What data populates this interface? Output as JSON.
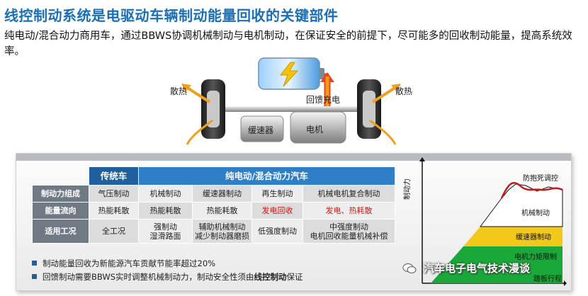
{
  "header": {
    "title": "线控制动系统是电驱动车辆制动能量回收的关键部件",
    "subtitle": "纯电动/混合动力商用车，通过BBWS协调机械制动与电机制动，在保证安全的前提下，尽可能多的回收制动能量，提高系统效率。"
  },
  "illustration": {
    "left_heat_label": "散热",
    "right_heat_label": "散热",
    "regen_label": "回馈充电",
    "retarder_label": "缓速器",
    "motor_label": "电机"
  },
  "table": {
    "header_conventional": "传统车",
    "header_electric": "纯电动/混合动力汽车",
    "rows": [
      {
        "head": "制动力组成",
        "cells": [
          "气压制动",
          "机械制动",
          "缓速器制动",
          "再生制动",
          "机械电机复合制动"
        ]
      },
      {
        "head": "能量流向",
        "cells": [
          "热能耗散",
          "热能耗散",
          "热能耗散",
          "发电回收",
          "发电、热耗散"
        ]
      },
      {
        "head": "适用工况",
        "cells": [
          "全工况",
          "强制动\n湿滑路面",
          "辅助机械制动\n减少制动器磨损",
          "低强度制动",
          "中强度制动\n电机回收能量机械补偿"
        ]
      }
    ]
  },
  "bullets": {
    "line1": "制动能量回收为新能源汽车贡献节能率超过20%",
    "line2_pre": "回馈制动需要BBWS实时调整机械制动力，制动安全性须由",
    "line2_strong": "线控制动",
    "line2_post": "保证"
  },
  "chart_data": {
    "type": "area",
    "ylabel": "制动力",
    "xlabel": "踏板行程",
    "layers": [
      "电机力矩限制",
      "缓速器制动",
      "机械制动",
      "防抱死调控"
    ]
  },
  "watermark": "汽车电子电气技术漫谈",
  "colors": {
    "title_blue": "#1a6fb5",
    "header_dark": "#1f5f9e",
    "header_blue": "#2f7fc8",
    "row_head_gray": "#6f7a84",
    "red_text": "#d11a1a",
    "chart_green": "#1aa83a",
    "chart_yellow": "#f2c81a",
    "chart_red": "#c41a1a",
    "arrow_orange": "#f0a020"
  }
}
